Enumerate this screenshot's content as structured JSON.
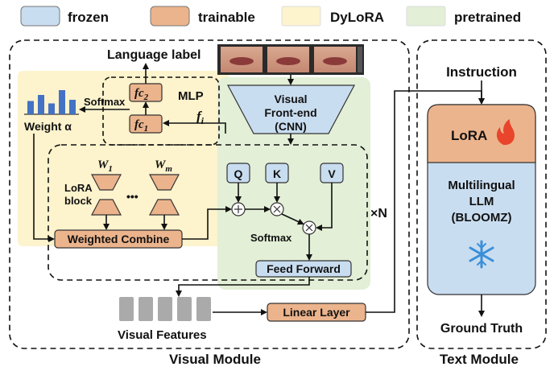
{
  "legend": [
    {
      "label": "frozen",
      "color": "#c9ddf0"
    },
    {
      "label": "trainable",
      "color": "#ecb48c"
    },
    {
      "label": "DyLoRA",
      "color": "#fdf3cd"
    },
    {
      "label": "pretrained",
      "color": "#e3efd6"
    }
  ],
  "language_label": "Language label",
  "visual_frontend": {
    "line1": "Visual",
    "line2": "Front-end",
    "line3": "(CNN)"
  },
  "mlp_label": "MLP",
  "fc2": {
    "main": "fc",
    "sub": "2"
  },
  "fc1": {
    "main": "fc",
    "sub": "1"
  },
  "softmax_label": "Softmax",
  "weight_label": "Weight α",
  "fi": {
    "main": "f",
    "sub": "i"
  },
  "w1": {
    "main": "W",
    "sub": "1"
  },
  "wm": {
    "main": "W",
    "sub": "m"
  },
  "lora_block": {
    "line1": "LoRA",
    "line2": "block"
  },
  "dots": "•••",
  "weighted_combine": "Weighted Combine",
  "q": "Q",
  "k": "K",
  "v": "V",
  "attn_softmax": "Softmax",
  "feed_forward": "Feed Forward",
  "times_n": "×N",
  "linear_layer": "Linear Layer",
  "visual_features": "Visual Features",
  "visual_module": "Visual Module",
  "instruction": "Instruction",
  "lora": "LoRA",
  "llm": {
    "line1": "Multilingual",
    "line2": "LLM",
    "line3": "(BLOOMZ)"
  },
  "ground_truth": "Ground Truth",
  "text_module": "Text Module",
  "weight_bars": [
    0.55,
    0.8,
    0.45,
    1.0,
    0.6
  ],
  "colors": {
    "frozen": "#c9ddf0",
    "trainable": "#ecb48c",
    "dylora": "#fdf3cd",
    "pretrained": "#e3efd6",
    "bar": "#4472c4",
    "flame": "#e8452c",
    "snow": "#3a8fd8"
  }
}
